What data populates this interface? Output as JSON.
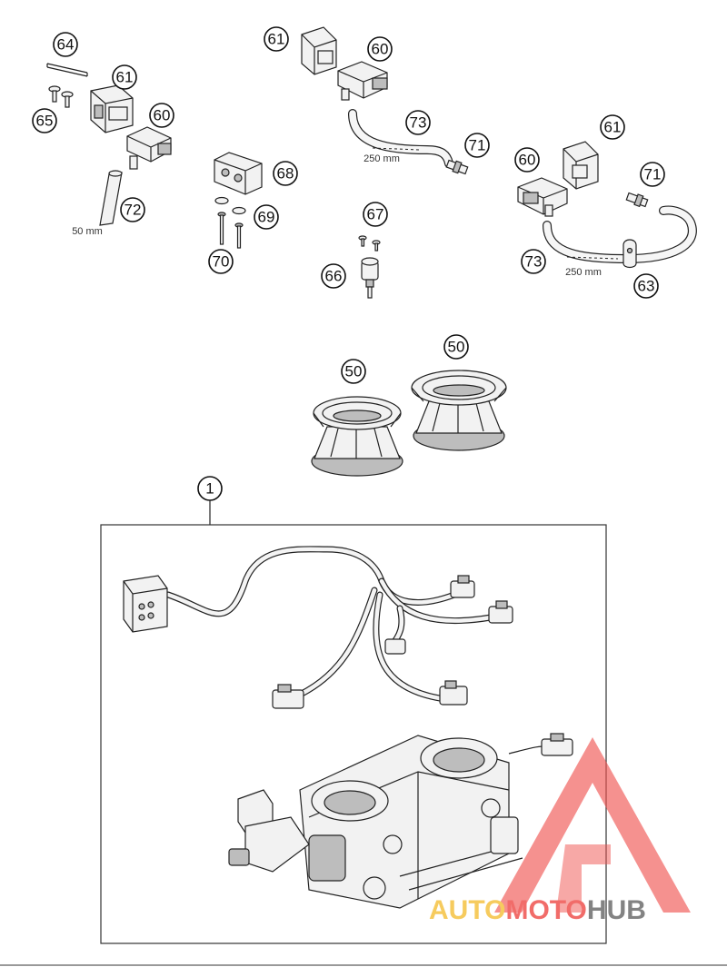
{
  "callouts": {
    "c64": "64",
    "c61a": "61",
    "c60a": "60",
    "c65": "65",
    "c72": "72",
    "c61b": "61",
    "c60b": "60",
    "c73a": "73",
    "c71a": "71",
    "c68": "68",
    "c69": "69",
    "c70": "70",
    "c67": "67",
    "c66": "66",
    "c61c": "61",
    "c60c": "60",
    "c71b": "71",
    "c73b": "73",
    "c63": "63",
    "c50a": "50",
    "c50b": "50",
    "c1": "1"
  },
  "dimensions": {
    "hose_50": "50 mm",
    "hose_250_a": "250 mm",
    "hose_250_b": "250 mm"
  },
  "watermark": {
    "part1": "AUTO",
    "part2": "MOTO",
    "part3": "HUB",
    "color_gold": "#f5c242",
    "color_red": "#ef5350",
    "color_grey": "#6e6e6e"
  }
}
